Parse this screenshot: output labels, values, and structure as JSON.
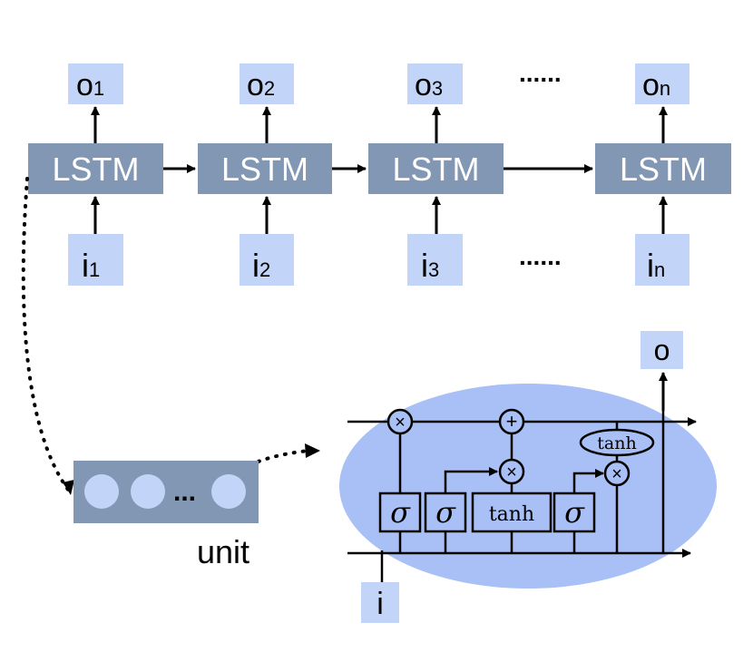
{
  "chain": {
    "cells": [
      {
        "label": "LSTM",
        "input": "i",
        "input_sub": "1",
        "output": "o",
        "output_sub": "1"
      },
      {
        "label": "LSTM",
        "input": "i",
        "input_sub": "2",
        "output": "o",
        "output_sub": "2"
      },
      {
        "label": "LSTM",
        "input": "i",
        "input_sub": "3",
        "output": "o",
        "output_sub": "3"
      },
      {
        "label": "LSTM",
        "input": "i",
        "input_sub": "n",
        "output": "o",
        "output_sub": "n"
      }
    ],
    "ellipsis_top": "......",
    "ellipsis_bottom": "......"
  },
  "unit": {
    "dots": "...",
    "label": "unit"
  },
  "cell_detail": {
    "output": "o",
    "input": "i",
    "ops": {
      "multiply": "×",
      "add": "+",
      "sigma": "σ",
      "tanh": "tanh"
    }
  },
  "colors": {
    "lstm_box": "#8297b4",
    "io_box": "#c2d4f8",
    "ellipse": "#a8c0f6",
    "unit_bubble": "#c2d4f8",
    "text_white": "#ffffff",
    "stroke": "#000000"
  }
}
